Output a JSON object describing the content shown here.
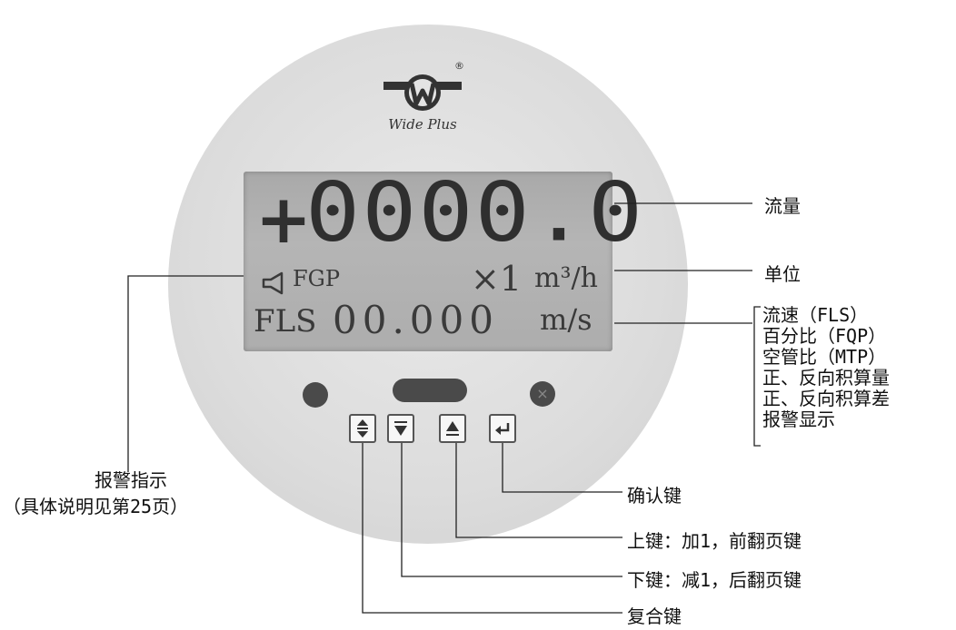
{
  "brand": {
    "name": "Wide Plus",
    "registered": "®"
  },
  "lcd": {
    "sign": "+",
    "flow_value": "0000.0",
    "mode": "FGP",
    "multiplier": "×1",
    "unit": "m³/h",
    "sub_label": "FLS",
    "sub_value": "00.000",
    "sub_unit": "m/s"
  },
  "callouts": {
    "flow": "流量",
    "unit": "单位",
    "display_items": [
      "流速（FLS）",
      "百分比（FQP）",
      "空管比（MTP）",
      "正、反向积算量",
      "正、反向积算差",
      "报警显示"
    ],
    "alarm_title": "报警指示",
    "alarm_note": "（具体说明见第25页）",
    "enter_key": "确认键",
    "up_key": "上键：加1，前翻页键",
    "down_key": "下键：减1，后翻页键",
    "compound_key": "复合键"
  },
  "icons": {
    "compound": "up-down-arrow-icon",
    "down": "down-arrow-icon",
    "up": "up-arrow-icon",
    "enter": "enter-icon",
    "alarm": "alarm-horn-icon"
  }
}
